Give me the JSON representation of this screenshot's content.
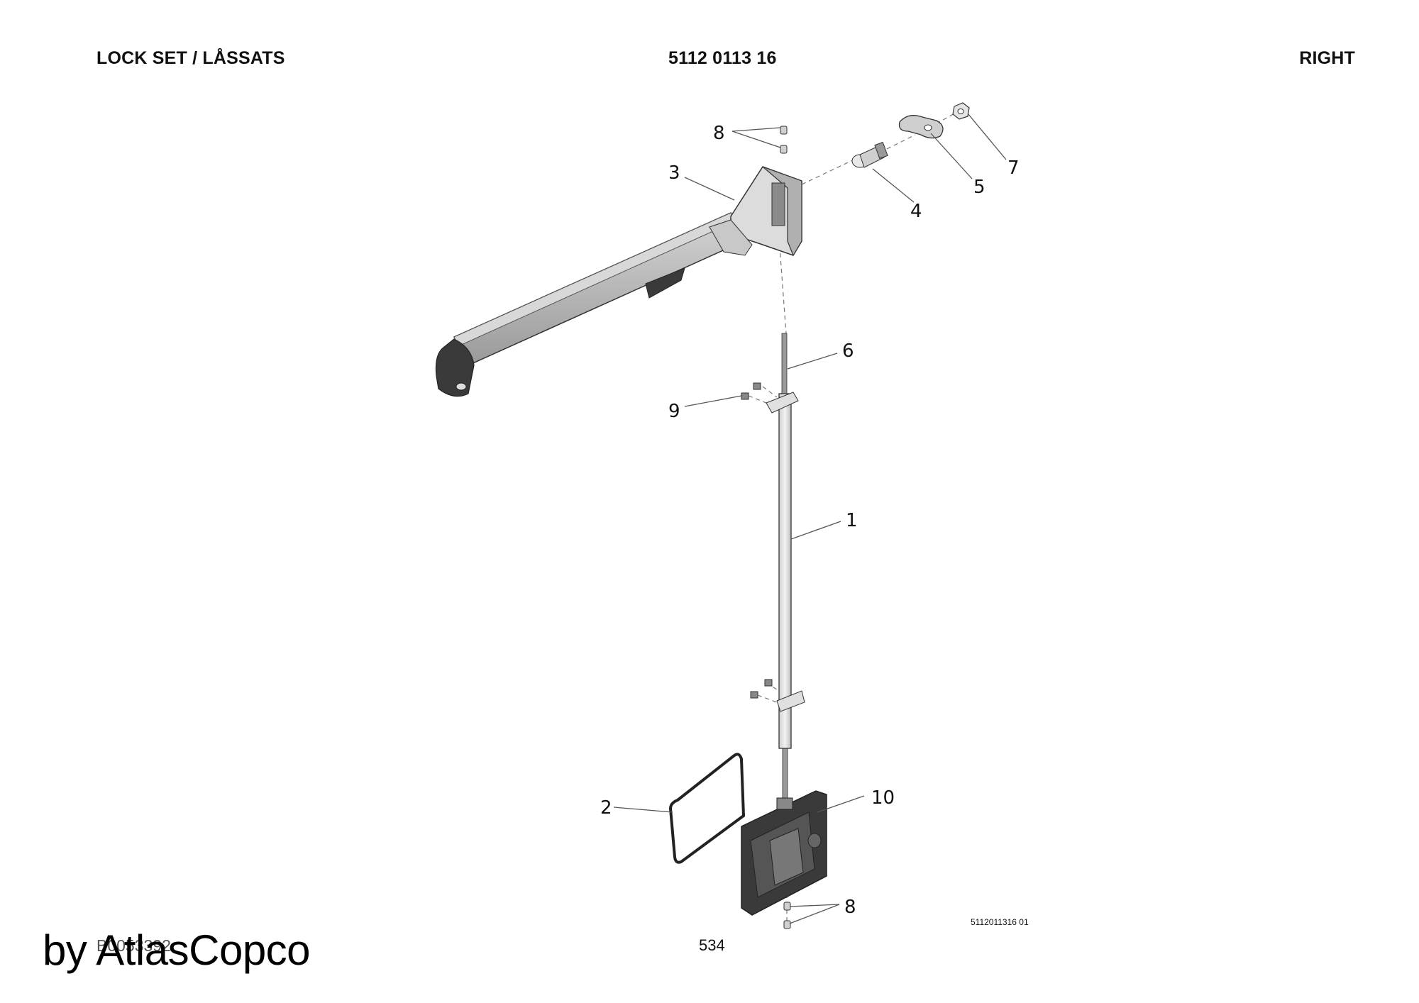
{
  "header": {
    "title": "LOCK SET / LÅSSATS",
    "part_number": "5112 0113 16",
    "side": "RIGHT"
  },
  "callouts": [
    "8",
    "3",
    "4",
    "5",
    "7",
    "6",
    "9",
    "1",
    "2",
    "10",
    "8"
  ],
  "footer": {
    "drawing_code": "5112011316 01",
    "page_number": "534",
    "doc_ref": "B0053392",
    "watermark": "by AtlasCopco"
  },
  "colors": {
    "handle_body": "#b4b4b4",
    "dark_part": "#3a3a3a",
    "light_part": "#e8e8e8"
  }
}
